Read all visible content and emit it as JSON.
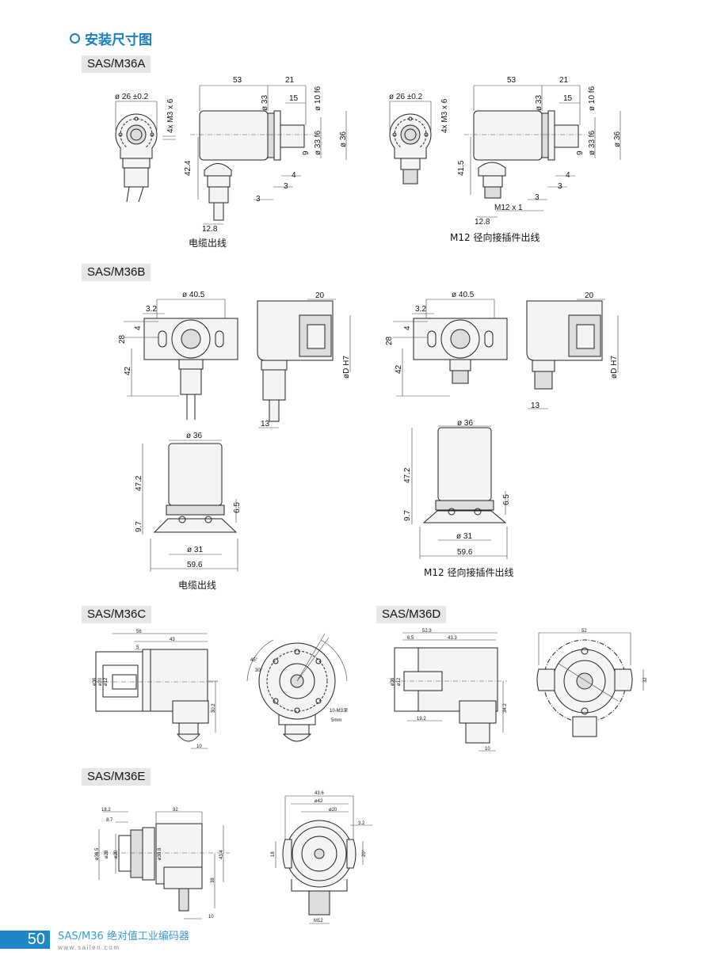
{
  "page_title": "安装尺寸图",
  "sections": {
    "a": {
      "model": "SAS/M36A",
      "cable": {
        "d26": "ø 26 ±0.2",
        "m3": "4x M3 x 6",
        "l53": "53",
        "l21": "21",
        "l15": "15",
        "d33": "ø 33",
        "d10": "ø 10 f6",
        "d33f": "ø 33 f6",
        "d36": "ø 36",
        "l9": "9",
        "l4": "4",
        "l3a": "3",
        "l3b": "3",
        "h": "42.4",
        "w": "12.8",
        "caption": "电缆出线"
      },
      "m12": {
        "d26": "ø 26 ±0.2",
        "m3": "4x M3 x 6",
        "l53": "53",
        "l21": "21",
        "l15": "15",
        "d33": "ø 33",
        "d10": "ø 10 f6",
        "d33f": "ø 33 f6",
        "d36": "ø 36",
        "l9": "9",
        "l4": "4",
        "l3a": "3",
        "l3b": "3",
        "h": "41.5",
        "thread": "M12 x 1",
        "w": "12.8",
        "caption": "M12 径向接插件出线"
      }
    },
    "b": {
      "model": "SAS/M36B",
      "cable": {
        "d405": "ø 40.5",
        "l32": "3.2",
        "l4": "4",
        "l28": "28",
        "l42": "42",
        "l20": "20",
        "dh7": "øD H7",
        "l13": "13",
        "d36": "ø 36",
        "h472": "47.2",
        "l65": "6.5",
        "l97": "9.7",
        "d31": "ø 31",
        "w596": "59.6",
        "caption": "电缆出线"
      },
      "m12": {
        "d405": "ø 40.5",
        "l32": "3.2",
        "l4": "4",
        "l28": "28",
        "l42": "42",
        "l20": "20",
        "dh7": "øD H7",
        "l13": "13",
        "d36": "ø 36",
        "h472": "47.2",
        "l65": "6.5",
        "l97": "9.7",
        "d31": "ø 31",
        "w596": "59.6",
        "caption": "M12 径向接插件出线"
      }
    },
    "c": {
      "model": "SAS/M36C",
      "l56": "56",
      "l43": "43",
      "l5": "5",
      "d36": "ø36",
      "d20": "ø20",
      "d12": "ø12",
      "h302": "30.2",
      "l10": "10",
      "a45": "45°",
      "a30": "30°",
      "holes": "10-M3深",
      "depth": "5mm"
    },
    "d": {
      "model": "SAS/M36D",
      "l523": "52.3",
      "l65": "6.5",
      "l433": "43.3",
      "d36": "ø36",
      "d12": "ø12",
      "l192": "19.2",
      "h342": "34.2",
      "l10": "10",
      "l52": "52",
      "l32": "32"
    },
    "e": {
      "model": "SAS/M36E",
      "l182": "18.2",
      "l87": "8.7",
      "l32": "32",
      "d365": "ø36.5",
      "d28": "ø28",
      "d20": "ø20",
      "d308": "ø30.8",
      "l38": "38",
      "h434": "43.4",
      "l10": "10",
      "l436": "43.6",
      "d42": "ø42",
      "d20b": "ø20",
      "l32b": "3.2",
      "l18": "18",
      "a20": "20°",
      "m12": "M12"
    }
  },
  "footer": {
    "page_number": "50",
    "product": "SAS/M36 绝对值工业编码器",
    "url": "www.sailen.com"
  },
  "colors": {
    "accent": "#1a7ec2",
    "footer_box": "#1f86c8"
  }
}
